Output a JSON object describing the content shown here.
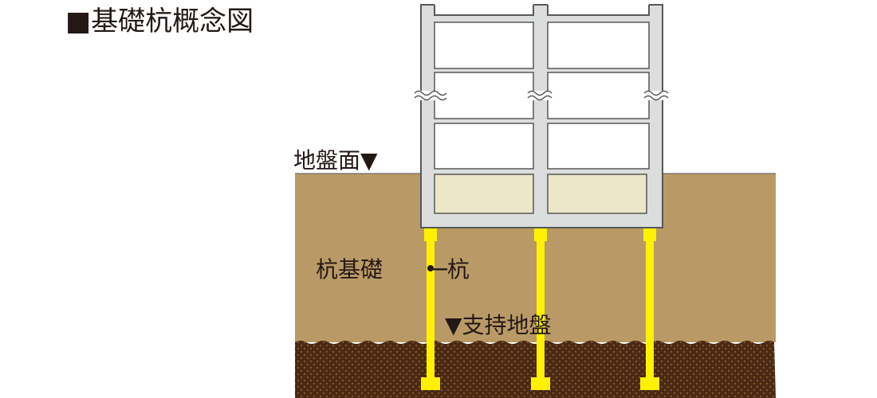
{
  "title": "■基礎杭概念図",
  "labels": {
    "ground_surface": "地盤面▼",
    "pile_foundation": "杭基礎",
    "pile": "─杭",
    "bearing_stratum": "▼支持地盤"
  },
  "colors": {
    "soil": "#b99a66",
    "bearing_layer": "#4a2a14",
    "bearing_dots": "#8a5a2c",
    "structure": "#dcdddd",
    "structure_outline": "#595757",
    "window": "#ffffff",
    "basement_fill": "#ece7c8",
    "pile": "#fff100",
    "text": "#231815"
  }
}
